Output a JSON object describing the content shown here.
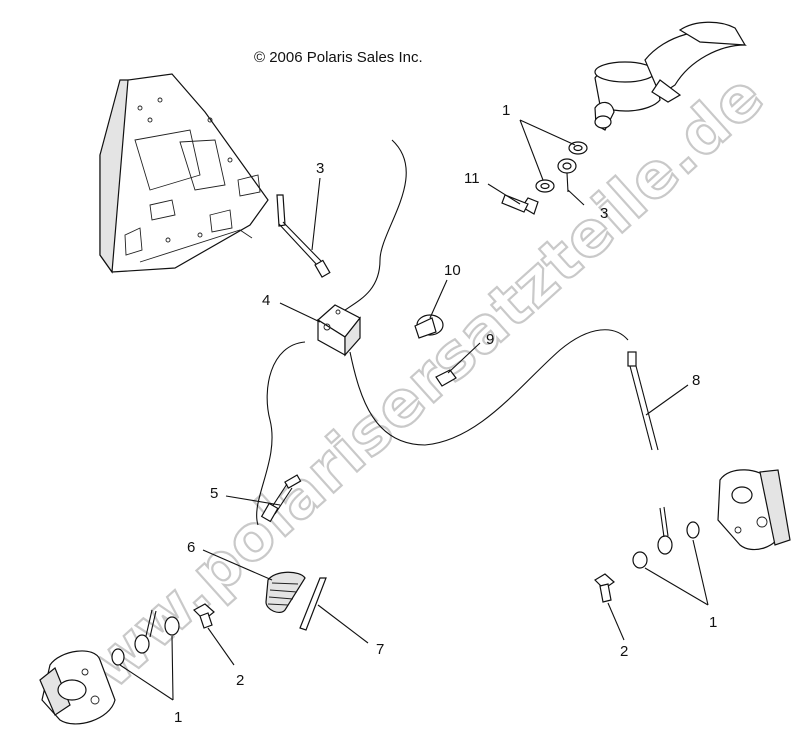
{
  "diagram": {
    "copyright": "© 2006 Polaris Sales Inc.",
    "watermark": "www.polarisersatzteile.de",
    "callouts": {
      "c1_top": "1",
      "c11": "11",
      "c3_top_right": "3",
      "c3_left": "3",
      "c4": "4",
      "c10": "10",
      "c9": "9",
      "c8": "8",
      "c5": "5",
      "c6": "6",
      "c7": "7",
      "c2_left": "2",
      "c1_bottom_left": "1",
      "c1_bottom_right": "1",
      "c2_right": "2"
    }
  }
}
